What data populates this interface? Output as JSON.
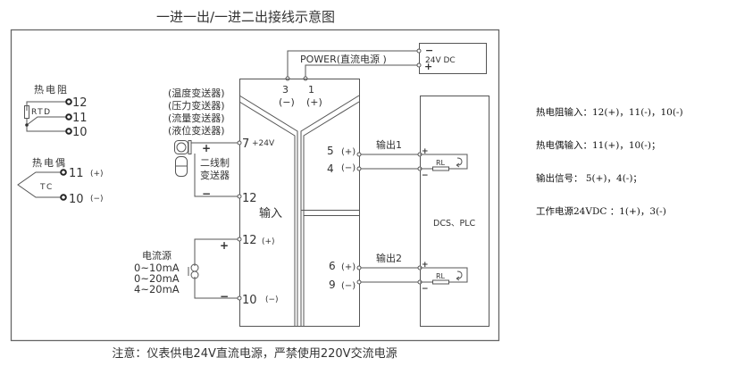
{
  "diagram": {
    "title": "一进一出/一进二出接线示意图",
    "footer_note": "注意：仪表供电24V直流电源，严禁使用220V交流电源",
    "power": {
      "label": "POWER(直流电源 )",
      "supply_label": "24V DC",
      "minus_sign": "−",
      "plus_sign": "+",
      "terminal_3": "3",
      "terminal_3_pol": "(−)",
      "terminal_1": "1",
      "terminal_1_pol": "(+)"
    },
    "rtd": {
      "title": "热电阻",
      "element_label": "RTD",
      "terminals": [
        "12",
        "11",
        "10"
      ]
    },
    "thermocouple": {
      "title": "热电偶",
      "element_label": "TC",
      "terminals": [
        {
          "num": "11",
          "pol": "(+)"
        },
        {
          "num": "10",
          "pol": "(−)"
        }
      ]
    },
    "transmitter_types": [
      "(温度变送器)",
      "(压力变送器)",
      "(流量变送器)",
      "(液位变送器)"
    ],
    "two_wire": {
      "label_line1": "二线制",
      "label_line2": "变送器",
      "plus_sign": "+",
      "minus_sign": "−",
      "terminal_top": "7",
      "terminal_top_note": "+24V",
      "terminal_bottom": "12"
    },
    "input_label": "输入",
    "current_source": {
      "title": "电流源",
      "ranges": [
        "0~10mA",
        "0~20mA",
        "4~20mA"
      ],
      "plus_sign": "+",
      "minus_sign": "−",
      "terminal_plus": "12",
      "terminal_plus_pol": "(+)",
      "terminal_minus": "10",
      "terminal_minus_pol": "(−)"
    },
    "outputs": [
      {
        "label": "输出1",
        "plus_term": "5",
        "plus_pol": "(+)",
        "minus_term": "4",
        "minus_pol": "(−)",
        "load": "RL"
      },
      {
        "label": "输出2",
        "plus_term": "6",
        "plus_pol": "(+)",
        "minus_term": "9",
        "minus_pol": "(−)",
        "load": "RL"
      }
    ],
    "receiver_label": "DCS、PLC"
  },
  "notes": [
    "热电阻输入：12(+)，11(-)，10(-)",
    "热电偶输入：11(+)，10(-)；",
    "输出信号： 5(+)，4(-)；",
    "工作电源24VDC ：1(+)，3(-)"
  ]
}
